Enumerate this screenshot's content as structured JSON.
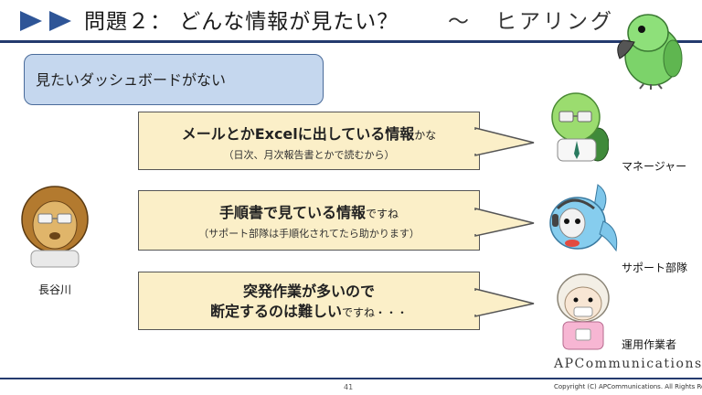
{
  "header": {
    "title": "問題２： どんな情報が見たい？",
    "subtitle": "～　ヒアリング"
  },
  "situation": {
    "text": "見たいダッシュボードがない"
  },
  "bubbles": [
    {
      "main": "メールとかExcelに出している情報",
      "suffix": "かな",
      "sub": "（日次、月次報告書とかで読むから）"
    },
    {
      "main": "手順書で見ている情報",
      "suffix": "ですね",
      "sub": "（サポート部隊は手順化されてたら助かります）"
    },
    {
      "main_line1": "突発作業が多いので",
      "main_line2": "断定するのは難しい",
      "suffix": "ですね・・・"
    }
  ],
  "characters": {
    "left": {
      "label": "長谷川",
      "icon": "lion-icon"
    },
    "manager": {
      "label": "マネージャー",
      "icon": "manager-avatar-icon"
    },
    "support": {
      "label": "サポート部隊",
      "icon": "dolphin-icon"
    },
    "operator": {
      "label": "運用作業者",
      "icon": "operator-avatar-icon"
    },
    "mascot": {
      "icon": "parrot-icon"
    }
  },
  "footer": {
    "page": "41",
    "company": "APCommunications",
    "copyright": "Copyright (C) APCommunications. All Rights Reserved."
  },
  "colors": {
    "accent": "#243a6e",
    "bubble": "#fbefc8",
    "situation": "#c5d7ee"
  }
}
